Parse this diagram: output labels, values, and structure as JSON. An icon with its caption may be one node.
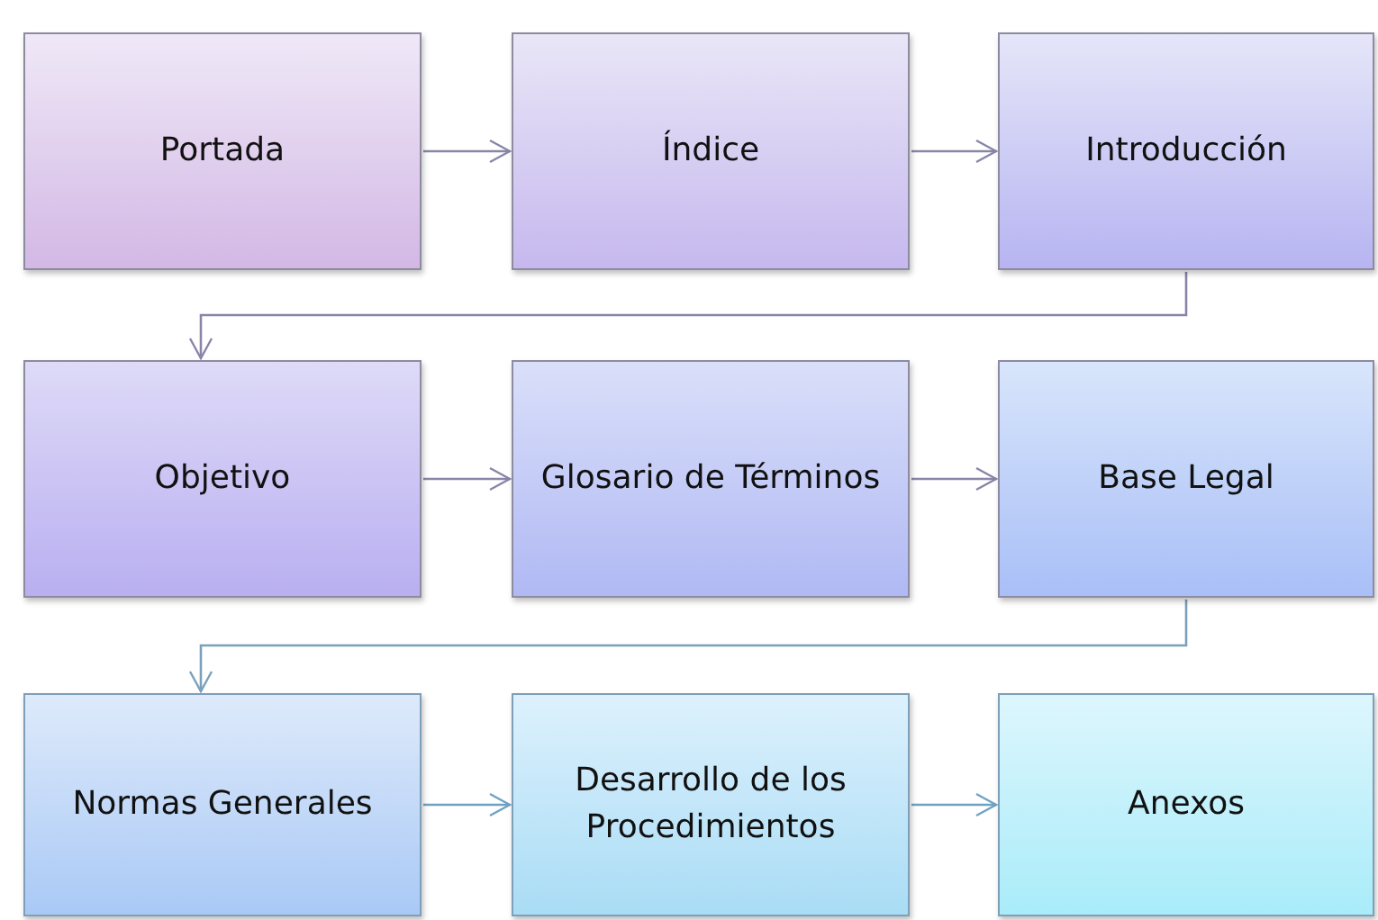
{
  "diagram": {
    "nodes": [
      {
        "text": [
          "Portada"
        ]
      },
      {
        "text": [
          "Índice"
        ]
      },
      {
        "text": [
          "Introducción"
        ]
      },
      {
        "text": [
          "Objetivo"
        ]
      },
      {
        "text": [
          "Glosario de Términos"
        ]
      },
      {
        "text": [
          "Base Legal"
        ]
      },
      {
        "text": [
          "Normas Generales"
        ]
      },
      {
        "text": [
          "Desarrollo de los Procedimientos"
        ]
      },
      {
        "text": [
          "Anexos"
        ]
      }
    ],
    "edges": [
      {
        "from": 0,
        "to": 1,
        "arrow": "to"
      },
      {
        "from": 1,
        "to": 2,
        "arrow": "to"
      },
      {
        "from": 2,
        "to": 3,
        "arrow": "to"
      },
      {
        "from": 3,
        "to": 4,
        "arrow": "to"
      },
      {
        "from": 4,
        "to": 5,
        "arrow": "to"
      },
      {
        "from": 5,
        "to": 6,
        "arrow": "to",
        "color": "#7aa0bc"
      },
      {
        "from": 6,
        "to": 7,
        "arrow": "to",
        "color": "#6fa2c2"
      },
      {
        "from": 7,
        "to": 8,
        "arrow": "to",
        "color": "#6fa2c2"
      }
    ]
  }
}
